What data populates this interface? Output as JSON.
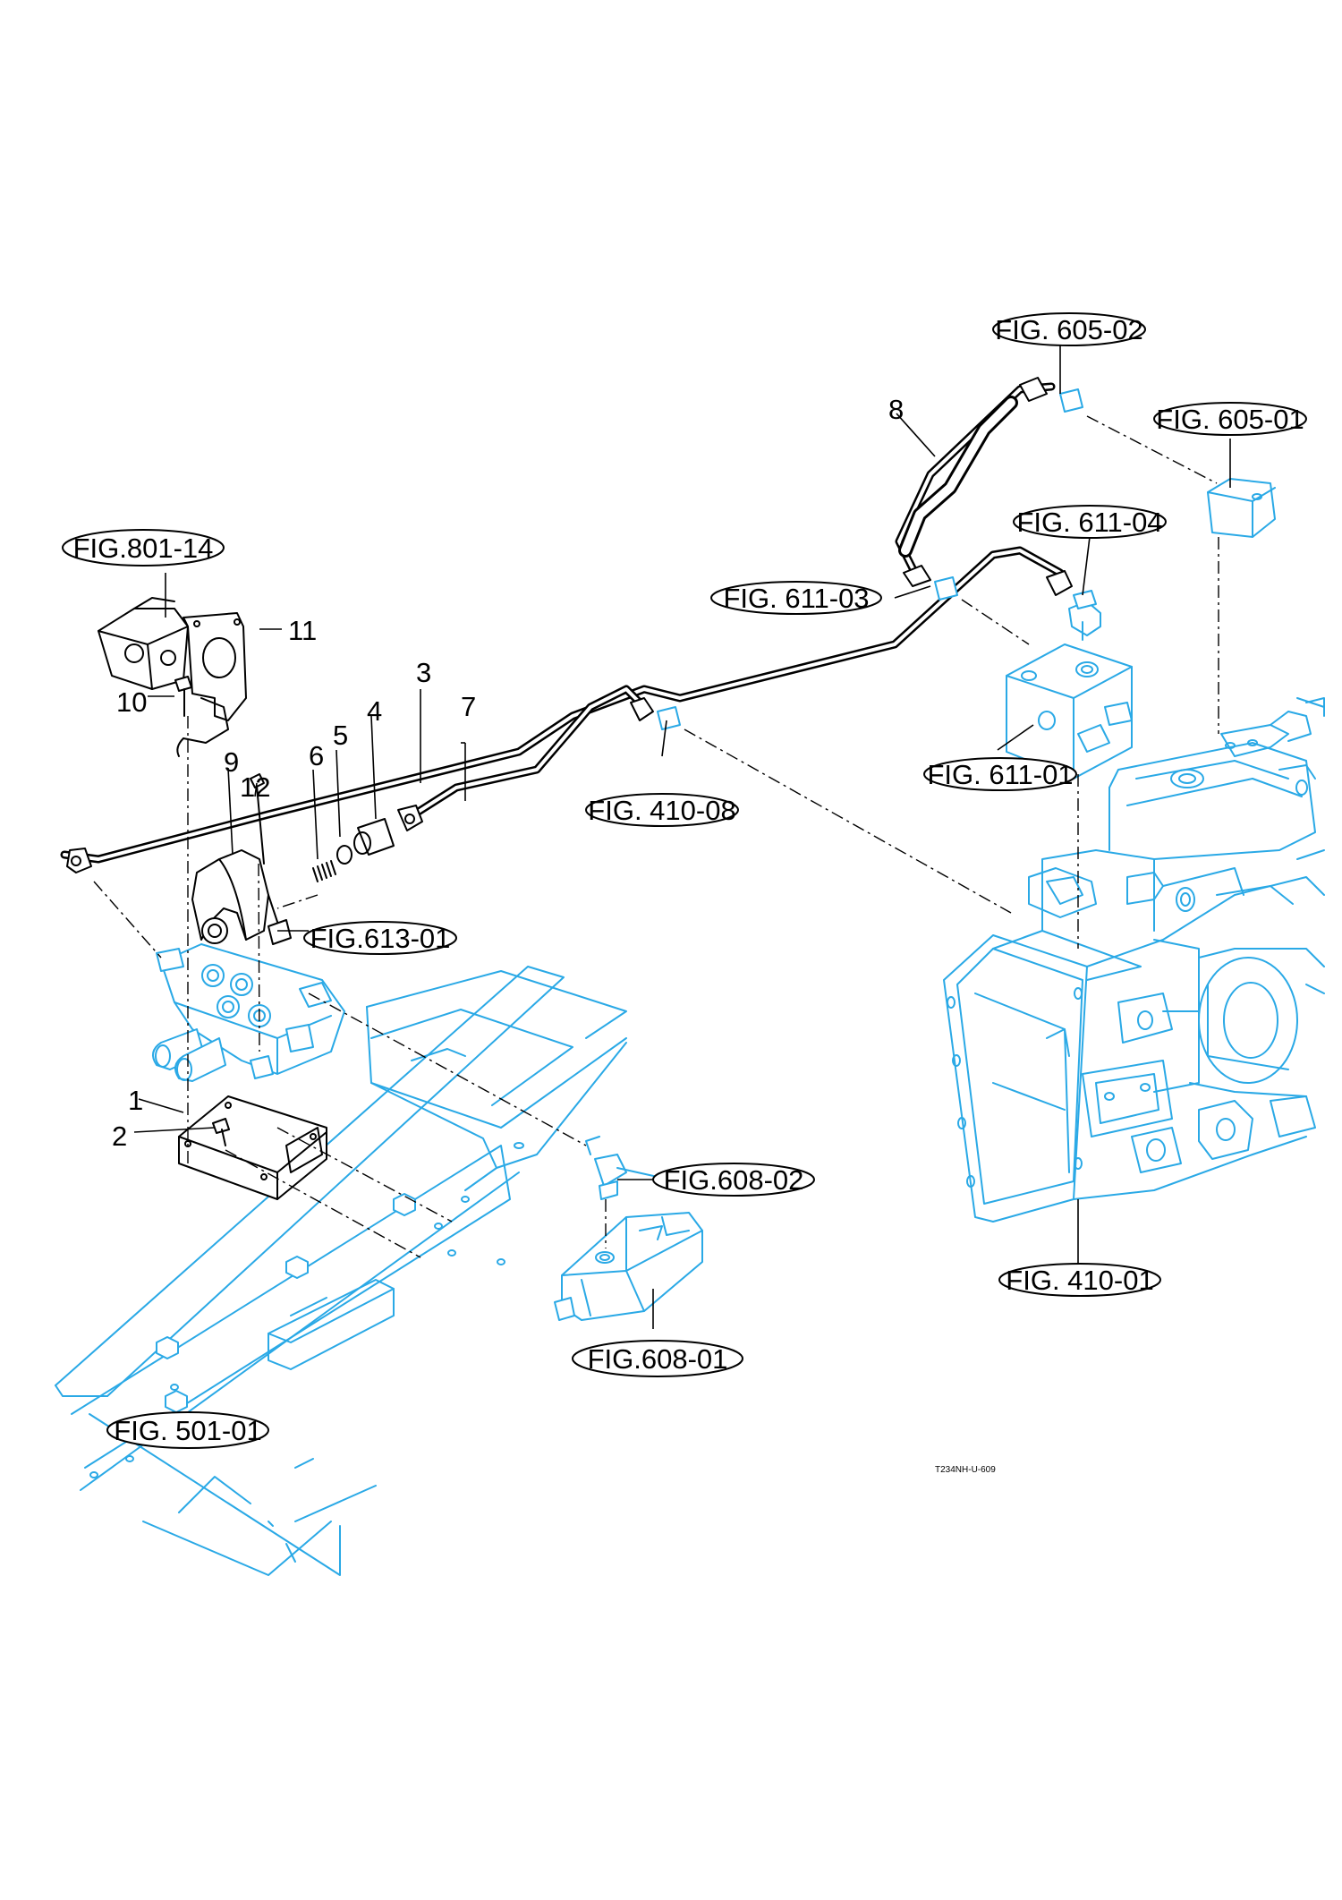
{
  "references": [
    {
      "id": "fig-605-02",
      "label": "FIG. 605-02"
    },
    {
      "id": "fig-605-01",
      "label": "FIG. 605-01"
    },
    {
      "id": "fig-611-04",
      "label": "FIG. 611-04"
    },
    {
      "id": "fig-611-03",
      "label": "FIG. 611-03"
    },
    {
      "id": "fig-611-01",
      "label": "FIG. 611-01"
    },
    {
      "id": "fig-801-14",
      "label": "FIG.801-14"
    },
    {
      "id": "fig-410-08",
      "label": "FIG. 410-08"
    },
    {
      "id": "fig-613-01",
      "label": "FIG.613-01"
    },
    {
      "id": "fig-608-02",
      "label": "FIG.608-02"
    },
    {
      "id": "fig-410-01",
      "label": "FIG. 410-01"
    },
    {
      "id": "fig-608-01",
      "label": "FIG.608-01"
    },
    {
      "id": "fig-501-01",
      "label": "FIG. 501-01"
    }
  ],
  "part_numbers": [
    "1",
    "2",
    "3",
    "4",
    "5",
    "6",
    "7",
    "8",
    "9",
    "10",
    "11",
    "12"
  ],
  "drawing_code": "T234NH-U-609",
  "colors": {
    "line_art": "#2aa9e6",
    "pipes": "#000000",
    "background": "#ffffff"
  }
}
